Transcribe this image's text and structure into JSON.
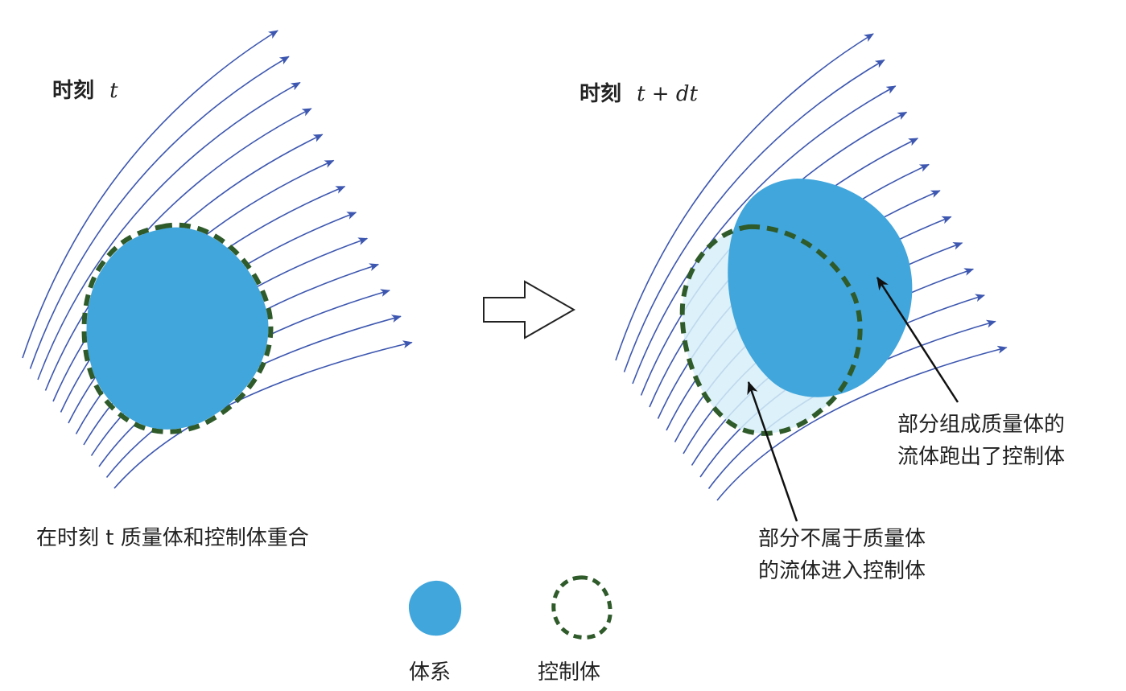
{
  "left_panel": {
    "time_label": "时刻",
    "time_symbol": "t",
    "caption": "在时刻 t 质量体和控制体重合"
  },
  "right_panel": {
    "time_label": "时刻",
    "time_symbol": "t + dt",
    "annotation_out_line1": "部分组成质量体的",
    "annotation_out_line2": "流体跑出了控制体",
    "annotation_in_line1": "部分不属于质量体",
    "annotation_in_line2": "的流体进入控制体"
  },
  "legend": {
    "system_label": "体系",
    "control_volume_label": "控制体"
  },
  "colors": {
    "streamline": "#3d57b0",
    "system_fill": "#41a6dc",
    "control_volume_stroke": "#2f5a2a",
    "control_volume_fill": "#d6eef8"
  }
}
